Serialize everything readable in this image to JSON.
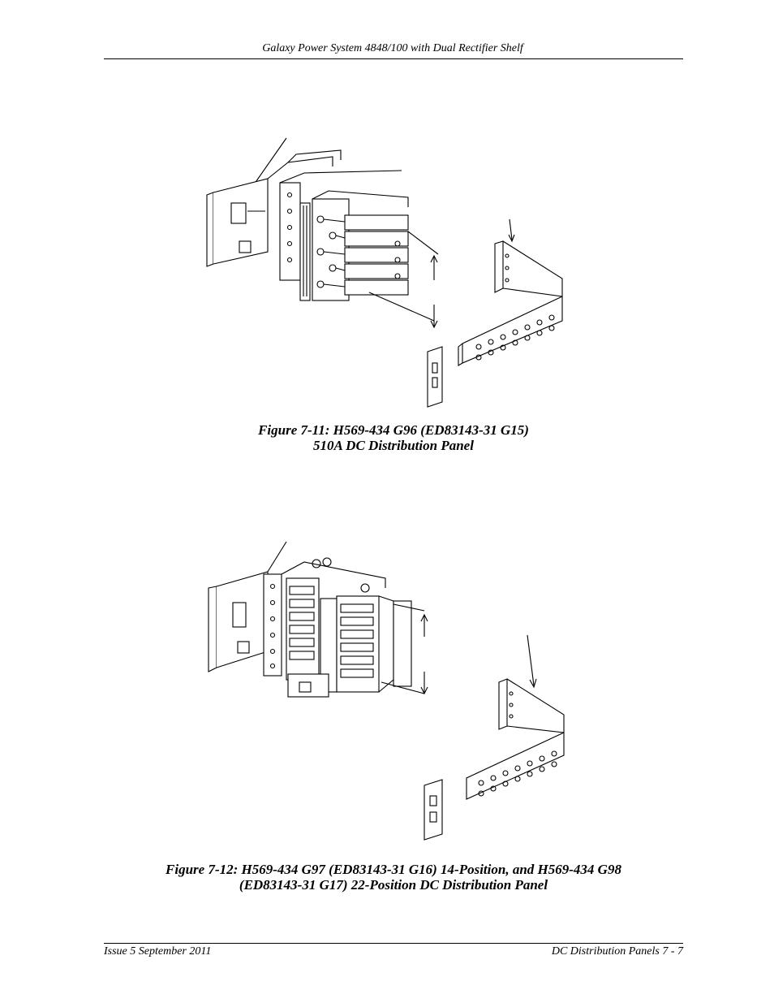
{
  "header": {
    "title": "Galaxy Power System 4848/100 with Dual Rectifier Shelf"
  },
  "figures": [
    {
      "caption_line1": "Figure 7-11: H569-434 G96 (ED83143-31 G15)",
      "caption_line2": "510A DC Distribution Panel"
    },
    {
      "caption_line1": "Figure 7-12: H569-434 G97 (ED83143-31 G16) 14-Position, and H569-434 G98",
      "caption_line2": "(ED83143-31 G17) 22-Position DC Distribution Panel"
    }
  ],
  "footer": {
    "left": "Issue 5 September 2011",
    "right": "DC Distribution Panels  7 - 7"
  }
}
